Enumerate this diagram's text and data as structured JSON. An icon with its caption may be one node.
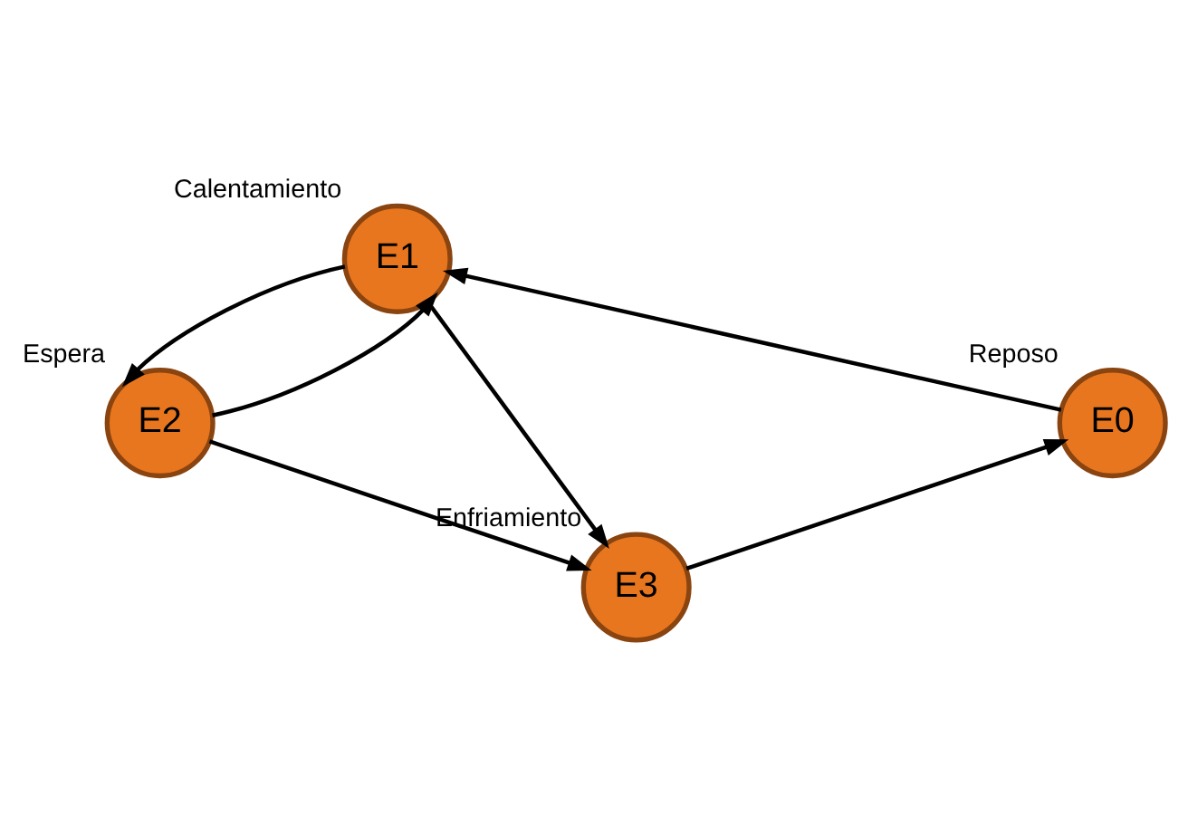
{
  "diagram": {
    "nodes": [
      {
        "text": [
          "E1"
        ],
        "beside": [
          "Calentamiento"
        ]
      },
      {
        "text": [
          "E2"
        ],
        "beside": [
          "Espera"
        ]
      },
      {
        "text": [
          "E3"
        ],
        "beside": [
          "Enfriamiento"
        ]
      },
      {
        "text": [
          "E0"
        ],
        "beside": [
          "Reposo"
        ]
      }
    ],
    "edges": [
      {
        "from": 3,
        "to": 0,
        "arrow": "to"
      },
      {
        "from": 0,
        "to": 1,
        "arrow": "to"
      },
      {
        "from": 1,
        "to": 0,
        "arrow": "to"
      },
      {
        "from": 1,
        "to": 2,
        "arrow": "to"
      },
      {
        "from": 0,
        "to": 2,
        "arrow": "to"
      },
      {
        "from": 2,
        "to": 3,
        "arrow": "to"
      }
    ]
  }
}
